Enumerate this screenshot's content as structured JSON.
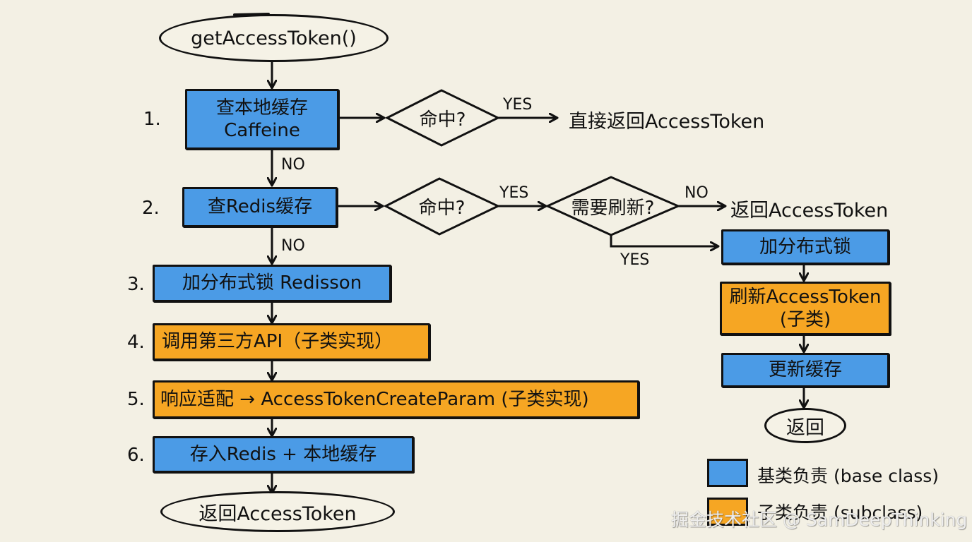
{
  "start": "getAccessToken()",
  "steps": [
    {
      "num": "1.",
      "line1": "查本地缓存",
      "line2": "Caffeine"
    },
    {
      "num": "2.",
      "line1": "查Redis缓存"
    },
    {
      "num": "3.",
      "line1": "加分布式锁 Redisson"
    },
    {
      "num": "4.",
      "line1": "调用第三方API（子类实现）"
    },
    {
      "num": "5.",
      "line1": "响应适配 → AccessTokenCreateParam (子类实现)"
    },
    {
      "num": "6.",
      "line1": "存入Redis + 本地缓存"
    }
  ],
  "end": "返回AccessToken",
  "decisions": {
    "hit1": "命中?",
    "hit2": "命中?",
    "refresh": "需要刷新?"
  },
  "edge_labels": {
    "yes": "YES",
    "no": "NO"
  },
  "outputs": {
    "direct_return": "直接返回AccessToken",
    "return_token": "返回AccessToken"
  },
  "refresh_branch": {
    "lock": "加分布式锁",
    "refresh_line1": "刷新AccessToken",
    "refresh_line2": "(子类)",
    "update_cache": "更新缓存",
    "return": "返回"
  },
  "legend": {
    "base": {
      "label": "基类负责 (base class)",
      "color": "#4b9be6"
    },
    "sub": {
      "label": "子类负责 (subclass)",
      "color": "#f6a623"
    }
  },
  "watermark": "掘金技术社区 @ SamDeepThinking"
}
